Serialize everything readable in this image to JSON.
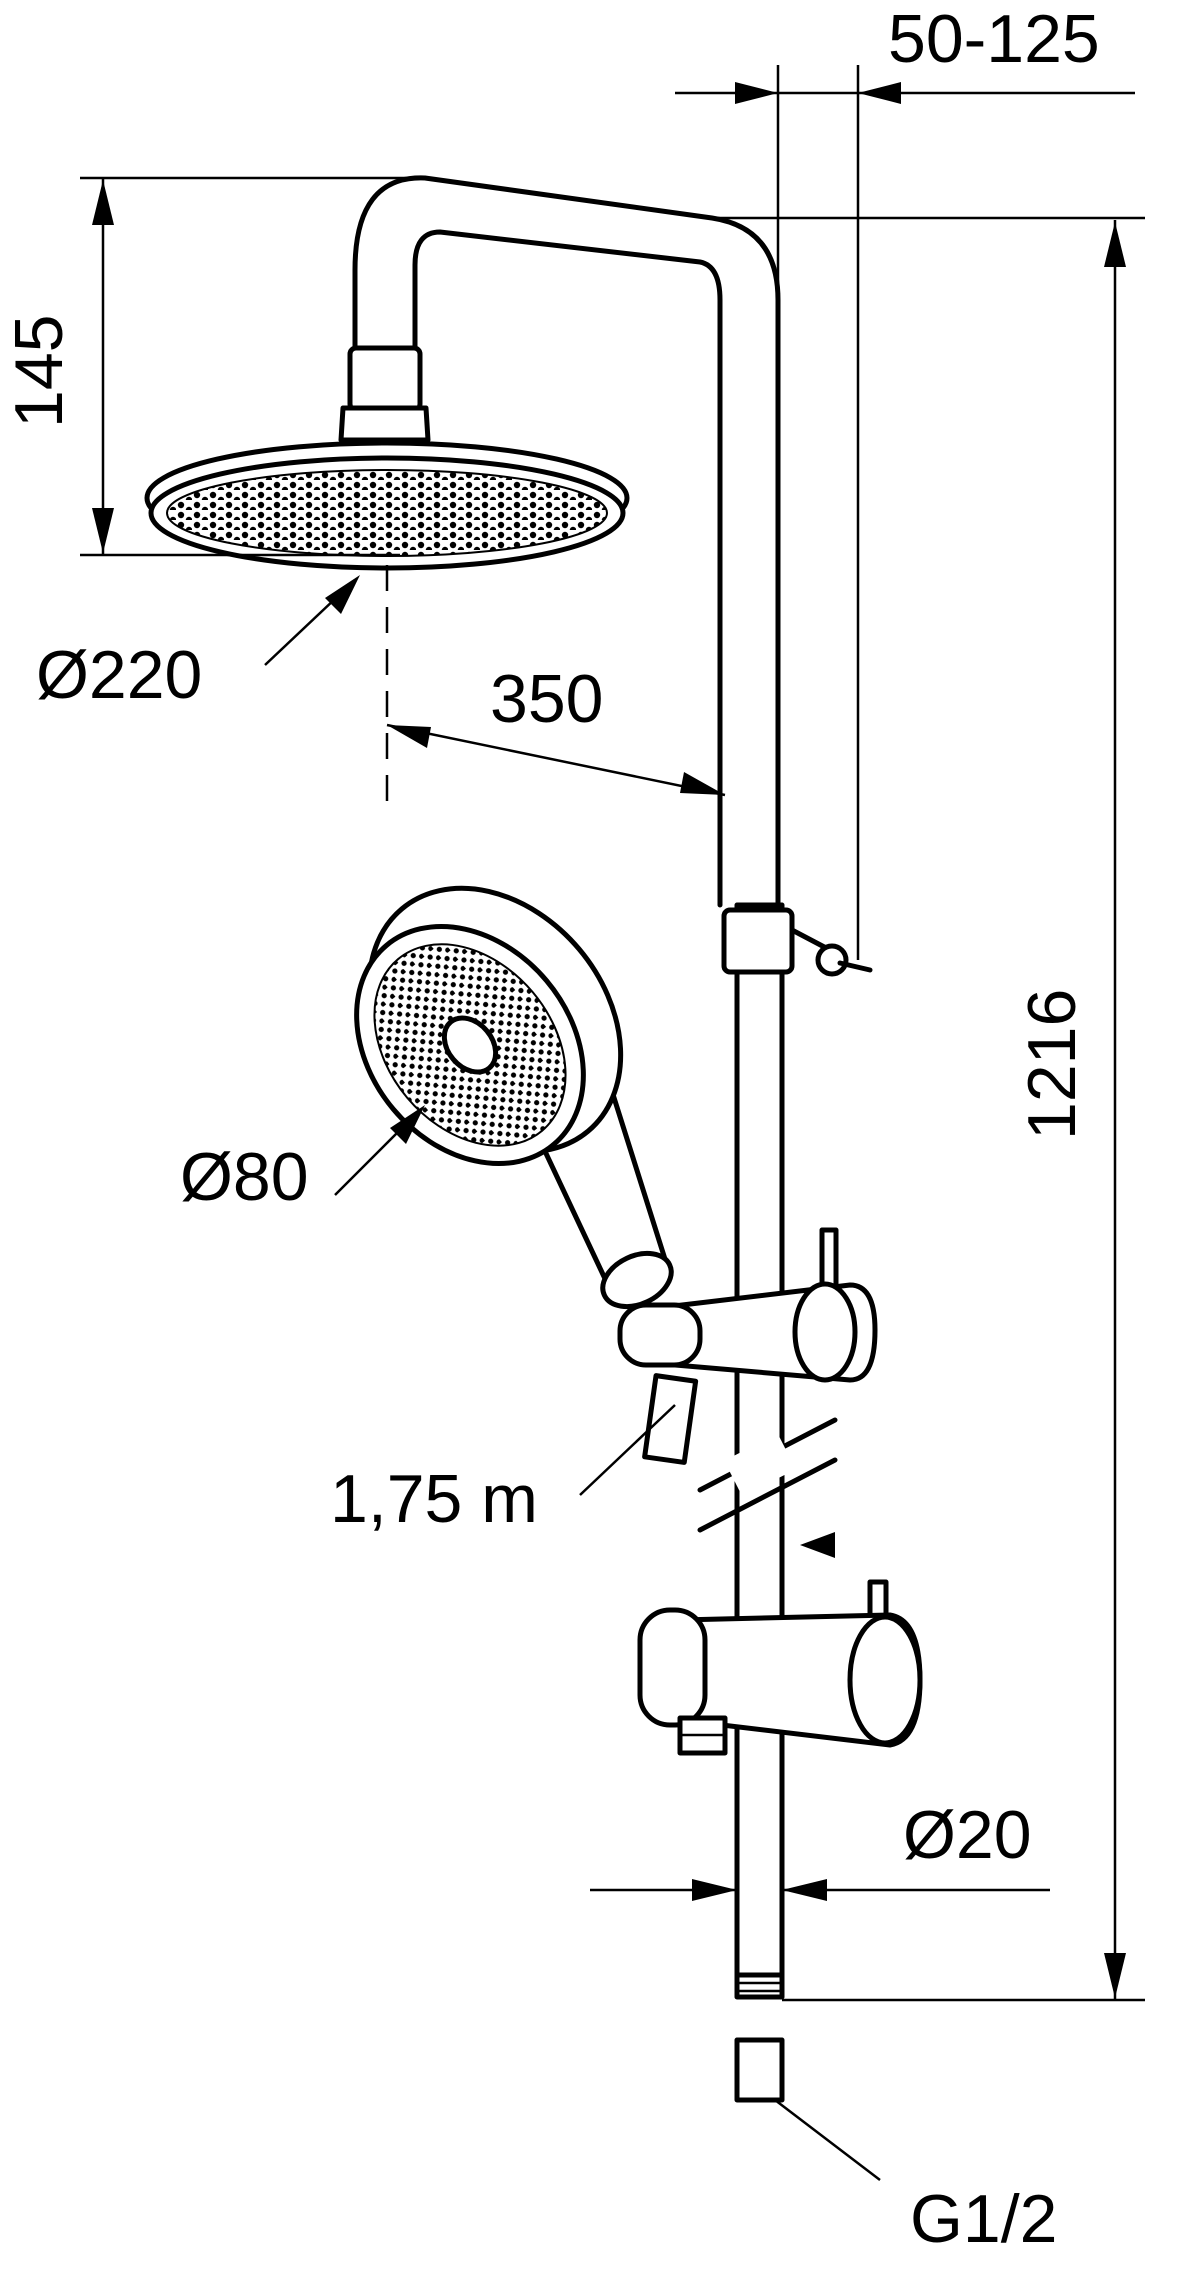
{
  "dimensions": {
    "bracket_offset": "50-125",
    "arm_height": "145",
    "head_diameter": "Ø220",
    "arm_reach": "350",
    "total_height": "1216",
    "handshower_diameter": "Ø80",
    "hose_length": "1,75 m",
    "rail_diameter": "Ø20",
    "thread": "G1/2"
  }
}
